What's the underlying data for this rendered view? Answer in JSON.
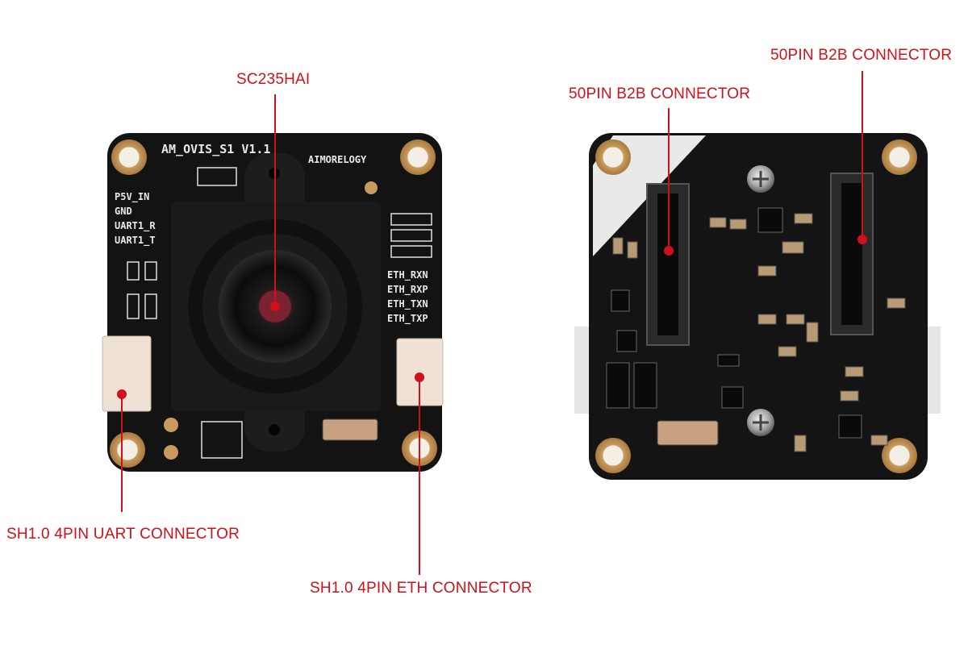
{
  "front": {
    "board_marking": "AM_OVIS_S1 V1.1",
    "brand_logo": "AIMORELOGY",
    "pin_labels_left": [
      "P5V_IN",
      "GND",
      "UART1_R",
      "UART1_T"
    ],
    "pin_labels_right": [
      "ETH_RXN",
      "ETH_RXP",
      "ETH_TXN",
      "ETH_TXP"
    ]
  },
  "callouts": {
    "sensor": "SC235HAI",
    "uart_connector": "SH1.0 4PIN UART CONNECTOR",
    "eth_connector": "SH1.0 4PIN ETH CONNECTOR",
    "b2b_left": "50PIN B2B CONNECTOR",
    "b2b_right": "50PIN B2B CONNECTOR"
  },
  "colors": {
    "callout": "#d0101a",
    "pcb": "#141414",
    "pad_gold": "#c89a5c",
    "silkscreen": "#e8e8e8"
  }
}
